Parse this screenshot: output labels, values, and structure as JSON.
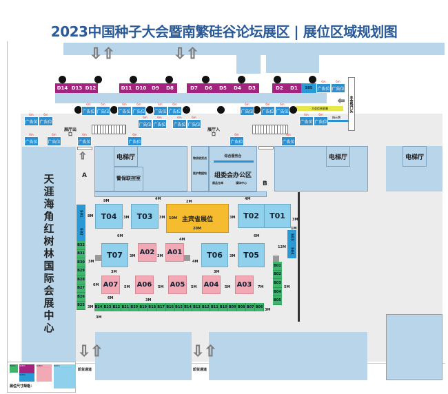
{
  "title": "2023中国种子大会暨南繁硅谷论坛展区 | 展位区域规划图",
  "venue": "天涯海角红树林国际会展中心",
  "d_booths": [
    "D14",
    "D13",
    "D12",
    "D11",
    "D10",
    "D9",
    "D8",
    "D7",
    "D6",
    "D5",
    "D4",
    "D3",
    "D2",
    "D1"
  ],
  "s_booths": {
    "s05": "S05",
    "s01": "S01",
    "s02": "S02",
    "s03": "S03",
    "s04": "S04"
  },
  "ad": {
    "label": "广告位",
    "size": "6m"
  },
  "labels": {
    "main_gate": "主会场门头",
    "info_screen": "大会信息屏幕",
    "hall_exit": "展厅出口",
    "hall_entrance": "展厅入口",
    "elevator_hall": "电梯厅",
    "security": "警保联控室",
    "logistics": "物流收货点",
    "medical": "医护救援站",
    "service_desk": "综合服务台",
    "office": "组委会办公区",
    "warehouse": "展品仓库",
    "media": "媒体中心",
    "entrance_a": "A",
    "entrance_b": "B",
    "unload_1": "卸货通道",
    "unload_2": "卸货通道",
    "small_sign": "指示牌"
  },
  "t_booths": {
    "t01": "T01",
    "t02": "T02",
    "t03": "T03",
    "t04": "T04",
    "t05": "T05",
    "t06": "T06",
    "t07": "T07"
  },
  "guest": {
    "label": "主宾省展位",
    "width": "20M",
    "depth": "10M"
  },
  "a_booths": {
    "a01": "A01",
    "a02": "A02",
    "a03": "A03",
    "a04": "A04",
    "a05": "A05",
    "a06": "A06",
    "a07": "A07"
  },
  "b_bottom": [
    "B24",
    "B23",
    "B22",
    "B21",
    "B20",
    "B19",
    "B18",
    "B17",
    "B16",
    "B15",
    "B14",
    "B13",
    "B12",
    "B11",
    "B10",
    "B09",
    "B08",
    "B07",
    "B06"
  ],
  "b_left": [
    "B32",
    "B31",
    "B30",
    "B29",
    "B28",
    "B27",
    "B26",
    "B25"
  ],
  "b_right": [
    "B01",
    "B02",
    "B03",
    "B04",
    "B05"
  ],
  "dims": {
    "t04_w": "9M",
    "t04_h": "8M",
    "t04_t03": "3M",
    "t03_guest": "3M",
    "above_t03": "4M",
    "above_guest": "2M",
    "guest_t02": "3M",
    "above_t02": "4M",
    "right_t01": "3M",
    "t01_s03": "1M",
    "s04_gap": "12M",
    "t04_t07": "6M",
    "a01_above": "4M",
    "t02_t05": "6M",
    "t07_a02": "3M",
    "a02_a01": "3M",
    "a01_t06": "4M",
    "t06_t05": "3M",
    "left_t07": "3M",
    "t07_a07": "3M",
    "t06_a04": "3M",
    "a07_h": "6M",
    "a07_w": "6M",
    "a07_a06": "5M",
    "a06_a05": "5M",
    "a05_a04": "5M",
    "a04_a03": "5M",
    "a03_b": "7M",
    "b03_wall": "5M",
    "a06_b": "3M",
    "left_b24": "3M",
    "below_b24": "3M",
    "right_b06": "3M"
  },
  "legend": {
    "title": "展位尺寸规格：",
    "green": "3x3m",
    "purple": "3x6m",
    "teal": "3x3m",
    "pink": "6x6m",
    "blue": "9x9m"
  },
  "colors": {
    "title": "#2a5a98",
    "ad": "#2c8fcf",
    "d_booth": "#a3247f",
    "t_booth": "#8fd0ec",
    "a_booth": "#f2a9b6",
    "guest": "#f4bc2e",
    "b_booth": "#3fb46b",
    "building": "#b9d5ea"
  }
}
